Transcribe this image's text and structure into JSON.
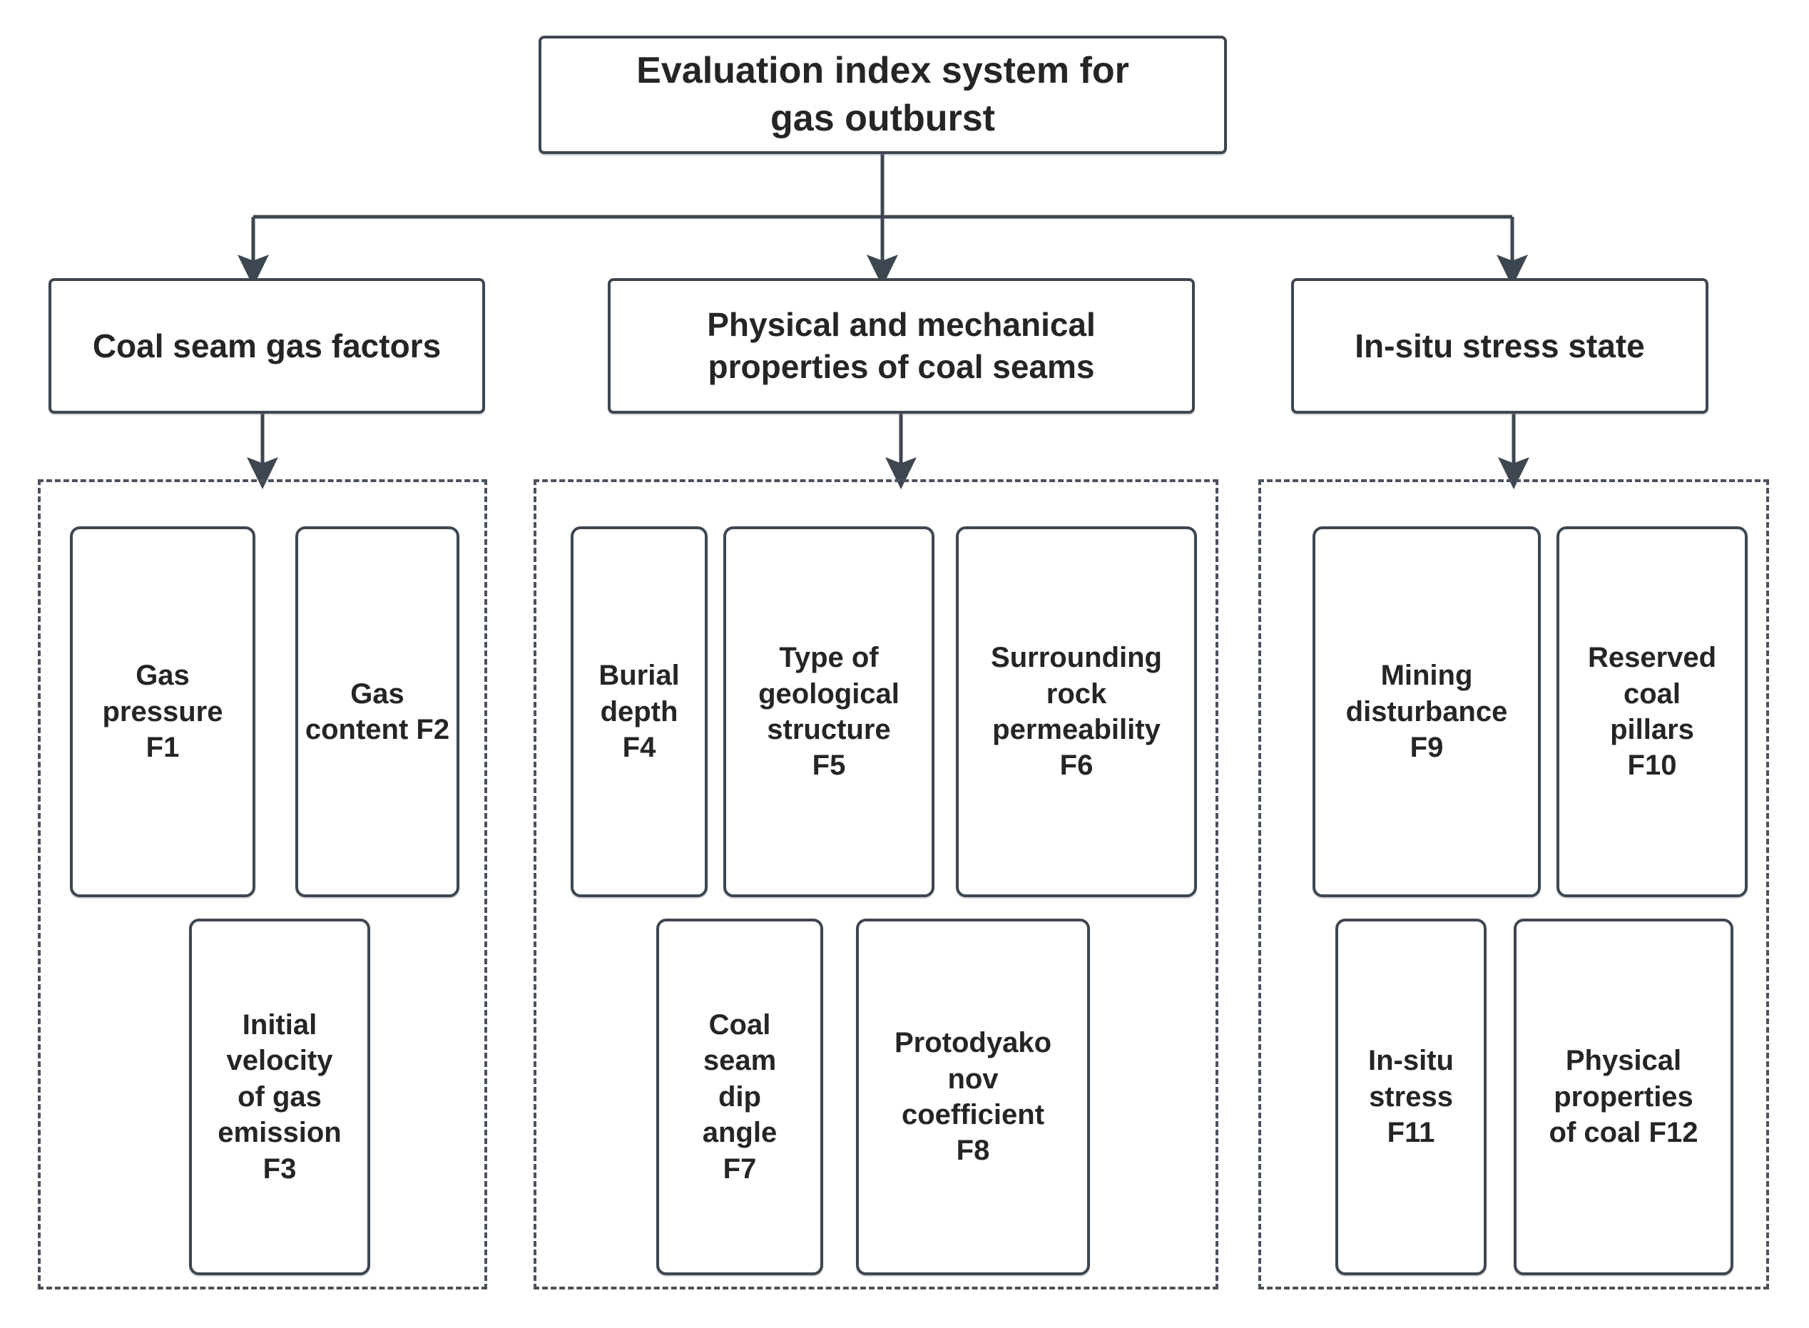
{
  "diagram": {
    "title": "Evaluation index system for gas outburst",
    "root": {
      "label": "Evaluation index system for\ngas outburst"
    },
    "categories": [
      {
        "id": "coal-seam-gas-factors",
        "label": "Coal seam gas factors"
      },
      {
        "id": "physical-mechanical-properties",
        "label": "Physical and mechanical\nproperties of coal seams"
      },
      {
        "id": "in-situ-stress-state",
        "label": "In-situ stress state"
      }
    ],
    "groups": [
      {
        "id": "group-coal-seam-gas-factors",
        "indicators": [
          {
            "code": "F1",
            "label": "Gas\npressure\nF1",
            "name": "Gas pressure"
          },
          {
            "code": "F2",
            "label": "Gas\ncontent F2",
            "name": "Gas content"
          },
          {
            "code": "F3",
            "label": "Initial\nvelocity\nof gas\nemission\nF3",
            "name": "Initial velocity of gas emission"
          }
        ]
      },
      {
        "id": "group-physical-mechanical-properties",
        "indicators": [
          {
            "code": "F4",
            "label": "Burial\ndepth\nF4",
            "name": "Burial depth"
          },
          {
            "code": "F5",
            "label": "Type of\ngeological\nstructure\nF5",
            "name": "Type of geological structure"
          },
          {
            "code": "F6",
            "label": "Surrounding\nrock\npermeability\nF6",
            "name": "Surrounding rock permeability"
          },
          {
            "code": "F7",
            "label": "Coal\nseam\ndip\nangle\nF7",
            "name": "Coal seam dip angle"
          },
          {
            "code": "F8",
            "label": "Protodyako\nnov\ncoefficient\nF8",
            "name": "Protodyakonov coefficient"
          }
        ]
      },
      {
        "id": "group-in-situ-stress-state",
        "indicators": [
          {
            "code": "F9",
            "label": "Mining\ndisturbance\nF9",
            "name": "Mining disturbance"
          },
          {
            "code": "F10",
            "label": "Reserved\ncoal\npillars\nF10",
            "name": "Reserved coal pillars"
          },
          {
            "code": "F11",
            "label": "In-situ\nstress\nF11",
            "name": "In-situ stress"
          },
          {
            "code": "F12",
            "label": "Physical\nproperties\nof coal F12",
            "name": "Physical properties of coal"
          }
        ]
      }
    ],
    "colors": {
      "box_border": "#3e4650",
      "dashed_border": "#4a525c",
      "text": "#252525",
      "connector": "#3e4650",
      "background": "#ffffff"
    }
  }
}
